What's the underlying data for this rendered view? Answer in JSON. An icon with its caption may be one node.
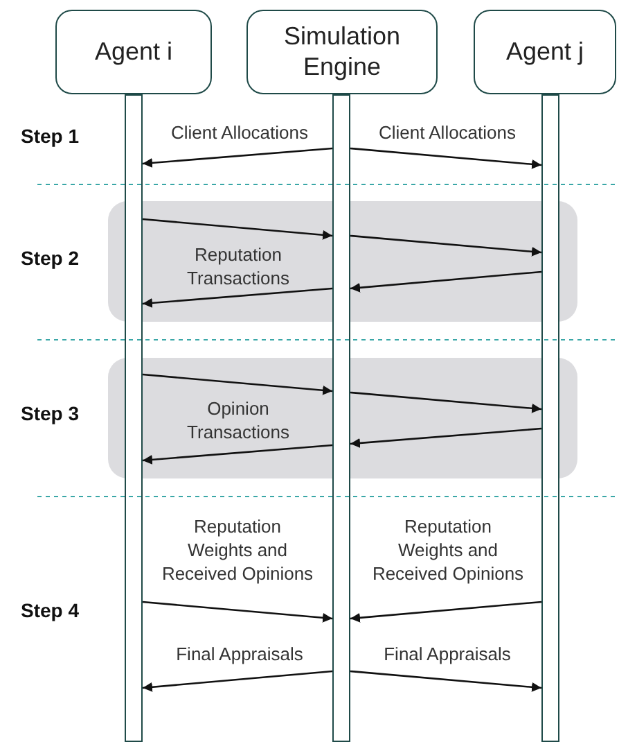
{
  "diagram": {
    "nodes": [
      {
        "text": [
          "Agent i"
        ]
      },
      {
        "text": [
          "Simulation Engine"
        ]
      },
      {
        "text": [
          "Agent j"
        ]
      },
      {
        "text": [],
        "shape": "bar"
      },
      {
        "text": [],
        "shape": "bar"
      },
      {
        "text": [],
        "shape": "bar"
      }
    ],
    "edges": [
      {
        "from": 4,
        "to": 3,
        "arrow": "to",
        "label": "Client Allocations"
      },
      {
        "from": 4,
        "to": 5,
        "arrow": "to",
        "label": "Client Allocations"
      },
      {
        "from": 3,
        "to": 4,
        "arrow": "to"
      },
      {
        "from": 4,
        "to": 5,
        "arrow": "to"
      },
      {
        "from": 5,
        "to": 4,
        "arrow": "to"
      },
      {
        "from": 4,
        "to": 3,
        "arrow": "to"
      },
      {
        "from": 3,
        "to": 4,
        "arrow": "to"
      },
      {
        "from": 4,
        "to": 5,
        "arrow": "to"
      },
      {
        "from": 5,
        "to": 4,
        "arrow": "to"
      },
      {
        "from": 4,
        "to": 3,
        "arrow": "to"
      },
      {
        "from": 3,
        "to": 4,
        "arrow": "to",
        "label": "Reputation Weights and Received Opinions"
      },
      {
        "from": 5,
        "to": 4,
        "arrow": "to",
        "label": "Reputation Weights and Received Opinions"
      },
      {
        "from": 4,
        "to": 3,
        "arrow": "to",
        "label": "Final Appraisals"
      },
      {
        "from": 4,
        "to": 5,
        "arrow": "to",
        "label": "Final Appraisals"
      }
    ],
    "labels": [
      "Step 1",
      "Step 2",
      "Reputation Transactions",
      "Step 3",
      "Opinion Transactions",
      "Step 4"
    ]
  }
}
